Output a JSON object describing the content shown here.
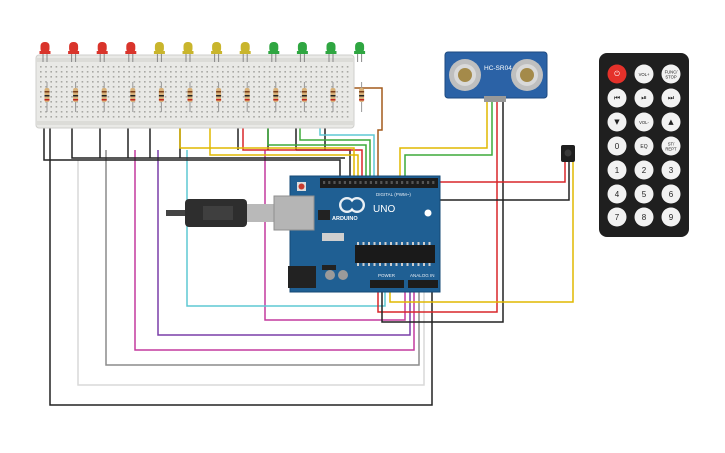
{
  "circuit": {
    "arduino": {
      "brand": "ARDUINO",
      "model": "UNO",
      "digital_header": "DIGITAL (PWM~)",
      "power_header": "POWER",
      "analog_header": "ANALOG IN",
      "board_color": "#1f5f93",
      "connector_color": "#b5b5b5"
    },
    "sensor": {
      "label": "HC-SR04",
      "body_color": "#2b62a6"
    },
    "leds": [
      {
        "color": "#d9342b"
      },
      {
        "color": "#d9342b"
      },
      {
        "color": "#d9342b"
      },
      {
        "color": "#d9342b"
      },
      {
        "color": "#c9b52c"
      },
      {
        "color": "#c9b52c"
      },
      {
        "color": "#c9b52c"
      },
      {
        "color": "#c9b52c"
      },
      {
        "color": "#2fa641"
      },
      {
        "color": "#2fa641"
      },
      {
        "color": "#2fa641"
      },
      {
        "color": "#2fa641"
      }
    ],
    "remote": {
      "buttons": [
        [
          "power",
          "VOL+",
          "FUNC/ STOP"
        ],
        [
          "prev",
          "play",
          "next"
        ],
        [
          "down",
          "VOL-",
          "up"
        ],
        [
          "0",
          "EQ",
          "ST/ REPT"
        ],
        [
          "1",
          "2",
          "3"
        ],
        [
          "4",
          "5",
          "6"
        ],
        [
          "7",
          "8",
          "9"
        ]
      ],
      "power_color": "#e5312a"
    },
    "wire_colors": {
      "black": "#222222",
      "red": "#d8262a",
      "yellow": "#e0b800",
      "green": "#3daa3a",
      "cyan": "#5ec8d4",
      "orange": "#a35a1c",
      "magenta": "#c43a9d",
      "purple": "#7a3fa8",
      "gray": "#8c8c8c",
      "light_gray": "#d9d9d9"
    }
  }
}
